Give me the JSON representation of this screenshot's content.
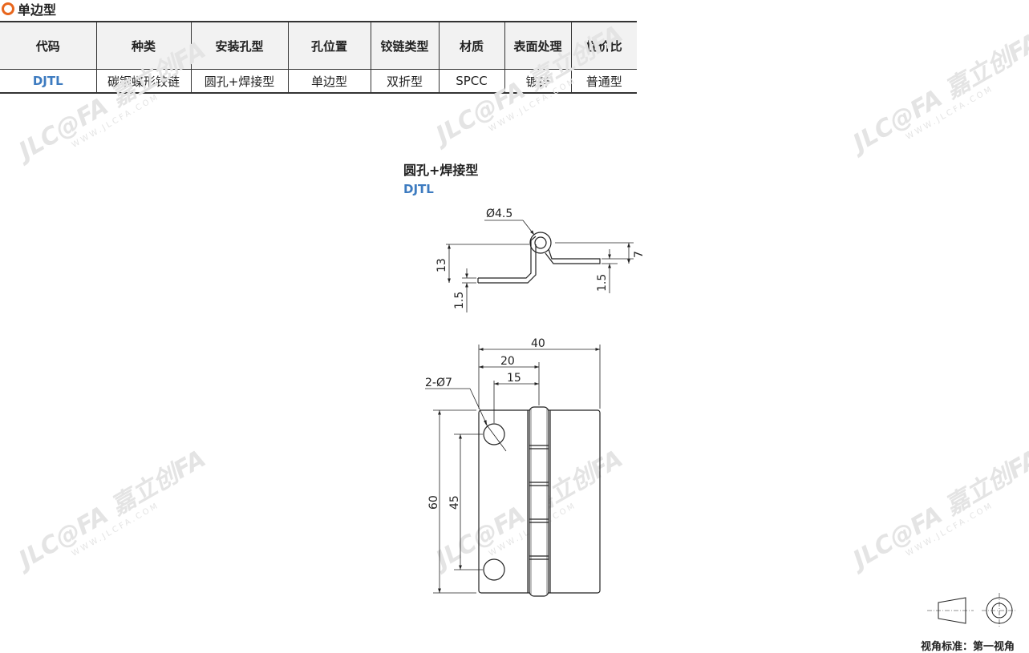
{
  "section": {
    "title": "单边型"
  },
  "table": {
    "headers": [
      "代码",
      "种类",
      "安装孔型",
      "孔位置",
      "铰链类型",
      "材质",
      "表面处理",
      "性价比"
    ],
    "rows": [
      [
        "DJTL",
        "碳钢蝶形铰链",
        "圆孔+焊接型",
        "单边型",
        "双折型",
        "SPCC",
        "镀锌",
        "普通型"
      ]
    ]
  },
  "drawing": {
    "caption_type": "圆孔+焊接型",
    "caption_code": "DJTL",
    "side_view": {
      "pin_diameter": "Ø4.5",
      "height": "13",
      "thickness_left": "1.5",
      "offset_right": "7",
      "thickness_right": "1.5"
    },
    "front_view": {
      "width": "40",
      "half_width": "20",
      "hole_offset": "15",
      "holes": "2-Ø7",
      "height": "60",
      "hole_pitch": "45"
    }
  },
  "watermark": {
    "brand": "嘉立创FA",
    "logo": "JLC@FA",
    "site": "WWW.JLCFA.COM"
  },
  "projection": {
    "label": "视角标准：第一视角"
  }
}
